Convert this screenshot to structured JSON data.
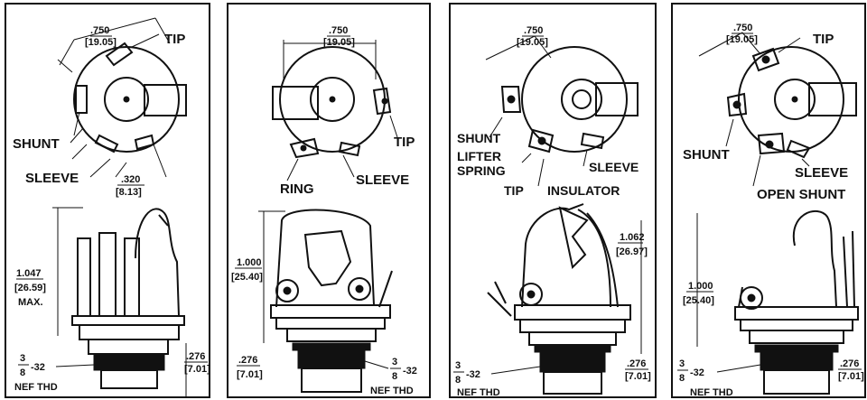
{
  "panels": [
    {
      "top_labels": [
        "TIP",
        "SHUNT",
        "SLEEVE"
      ],
      "width_dim": {
        "inch": ".750",
        "mm": "[19.05]"
      },
      "extra_dim": {
        "inch": ".320",
        "mm": "[8.13]"
      },
      "height_dim": {
        "inch": "1.047",
        "mm": "[26.59]",
        "note": "MAX."
      },
      "thread": {
        "num": "3",
        "den": "8",
        "suffix": "-32",
        "note": "NEF THD"
      },
      "base_dim": {
        "inch": ".276",
        "mm": "[7.01]"
      }
    },
    {
      "top_labels": [
        "TIP",
        "RING",
        "SLEEVE"
      ],
      "width_dim": {
        "inch": ".750",
        "mm": "[19.05]"
      },
      "height_dim": {
        "inch": "1.000",
        "mm": "[25.40]"
      },
      "thread": {
        "num": "3",
        "den": "8",
        "suffix": "-32",
        "note": "NEF THD"
      },
      "base_dim": {
        "inch": ".276",
        "mm": "[7.01]"
      }
    },
    {
      "top_labels": [
        "SHUNT",
        "LIFTER",
        "SPRING",
        "SLEEVE",
        "TIP",
        "INSULATOR"
      ],
      "width_dim": {
        "inch": ".750",
        "mm": "[19.05]"
      },
      "height_dim": {
        "inch": "1.062",
        "mm": "[26.97]"
      },
      "thread": {
        "num": "3",
        "den": "8",
        "suffix": "-32",
        "note": "NEF THD"
      },
      "base_dim": {
        "inch": ".276",
        "mm": "[7.01]"
      }
    },
    {
      "top_labels": [
        "TIP",
        "SHUNT",
        "SLEEVE",
        "OPEN SHUNT"
      ],
      "width_dim": {
        "inch": ".750",
        "mm": "[19.05]"
      },
      "height_dim": {
        "inch": "1.000",
        "mm": "[25.40]"
      },
      "thread": {
        "num": "3",
        "den": "8",
        "suffix": "-32",
        "note": "NEF THD"
      },
      "base_dim": {
        "inch": ".276",
        "mm": "[7.01]"
      }
    }
  ]
}
